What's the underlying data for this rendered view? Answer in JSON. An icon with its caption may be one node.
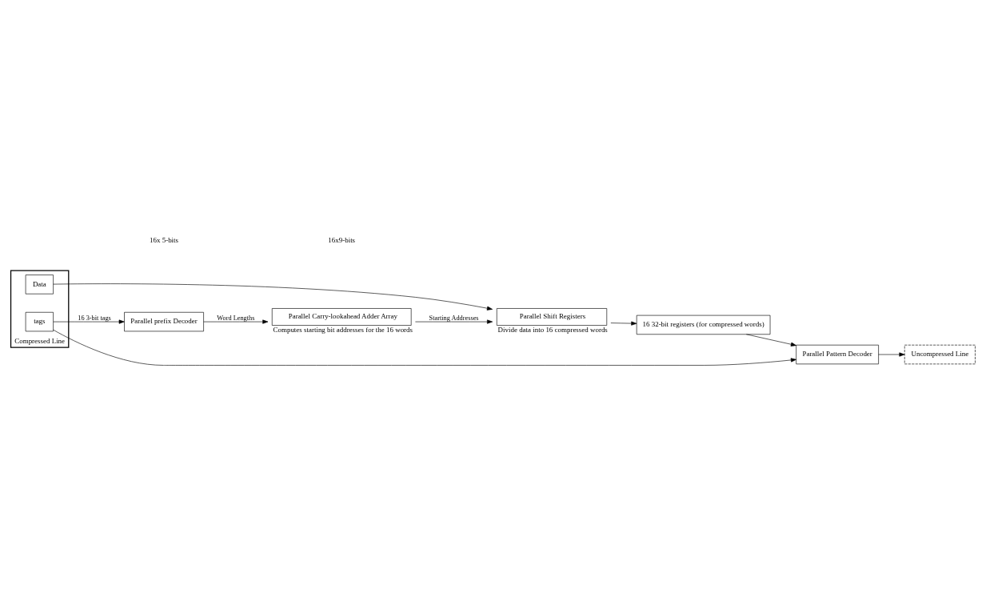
{
  "diagram": {
    "nodes": [
      {
        "text": [
          "Compressed Line"
        ]
      },
      {
        "text": [
          "tags"
        ],
        "in": 0
      },
      {
        "text": [
          "Data"
        ],
        "in": 0
      },
      {
        "text": [
          "Parallel prefix Decoder"
        ]
      },
      {
        "text": [
          "Parallel Carry-lookahead Adder Array"
        ],
        "beside": [
          "Computes starting bit addresses for the 16 words"
        ]
      },
      {
        "text": [
          "Parallel Shift Registers"
        ],
        "beside": [
          "Divide data into 16 compressed words"
        ]
      },
      {
        "text": [
          "16 32-bit registers (for compressed words)"
        ]
      },
      {
        "text": [
          "Parallel Pattern Decoder"
        ]
      },
      {
        "text": [
          "Uncompressed Line"
        ]
      }
    ],
    "edges": [
      {
        "from": 1,
        "to": 3,
        "arrow": "to",
        "label": "16 3-bit tags"
      },
      {
        "from": 3,
        "to": 4,
        "arrow": "to",
        "label": "Word Lengths"
      },
      {
        "from": 4,
        "to": 5,
        "arrow": "to",
        "label": "Starting Addresses"
      },
      {
        "from": 1,
        "to": 7,
        "arrow": "to"
      },
      {
        "from": 2,
        "to": 5,
        "arrow": "to"
      },
      {
        "from": 5,
        "to": 6,
        "arrow": "to"
      },
      {
        "from": 6,
        "to": 7,
        "arrow": "to"
      },
      {
        "from": 7,
        "to": 8,
        "arrow": "to"
      }
    ],
    "labels": [
      "16x 5-bits",
      "16x9-bits"
    ]
  }
}
